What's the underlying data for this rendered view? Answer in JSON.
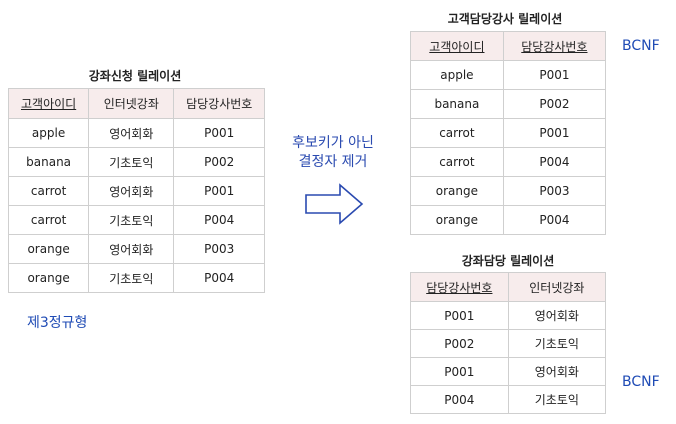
{
  "left_table": {
    "title": "강좌신청 릴레이션",
    "headers": [
      "고객아이디",
      "인터넷강좌",
      "담당강사번호"
    ],
    "rows": [
      [
        "apple",
        "영어회화",
        "P001"
      ],
      [
        "banana",
        "기초토익",
        "P002"
      ],
      [
        "carrot",
        "영어회화",
        "P001"
      ],
      [
        "carrot",
        "기초토익",
        "P004"
      ],
      [
        "orange",
        "영어회화",
        "P003"
      ],
      [
        "orange",
        "기초토익",
        "P004"
      ]
    ]
  },
  "left_note": "제3정규형",
  "arrow_label_line1": "후보키가 아닌",
  "arrow_label_line2": "결정자 제거",
  "top_right_table": {
    "title": "고객담당강사 릴레이션",
    "headers": [
      "고객아이디",
      "담당강사번호"
    ],
    "rows": [
      [
        "apple",
        "P001"
      ],
      [
        "banana",
        "P002"
      ],
      [
        "carrot",
        "P001"
      ],
      [
        "carrot",
        "P004"
      ],
      [
        "orange",
        "P003"
      ],
      [
        "orange",
        "P004"
      ]
    ],
    "badge": "BCNF"
  },
  "bottom_right_table": {
    "title": "강좌담당 릴레이션",
    "headers": [
      "담당강사번호",
      "인터넷강좌"
    ],
    "rows": [
      [
        "P001",
        "영어회화"
      ],
      [
        "P002",
        "기초토익"
      ],
      [
        "P001",
        "영어회화"
      ],
      [
        "P004",
        "기초토익"
      ]
    ],
    "badge": "BCNF"
  },
  "colors": {
    "header_bg": "#f7ecec",
    "accent_blue": "#1f4bb5",
    "arrow": "#2a4ab0"
  }
}
